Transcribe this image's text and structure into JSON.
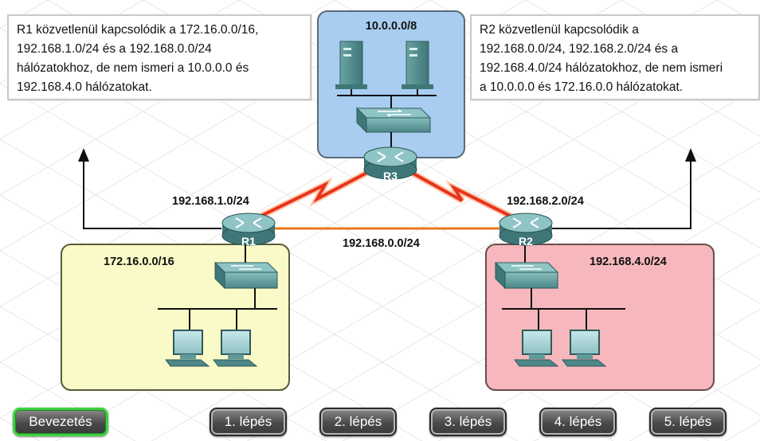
{
  "callouts": {
    "r1": {
      "lines": [
        "R1 közvetlenül kapcsolódik a 172.16.0.0/16,",
        "192.168.1.0/24 és a 192.168.0.0/24",
        "hálózatokhoz, de nem ismeri a 10.0.0.0 és",
        "192.168.4.0 hálózatokat."
      ]
    },
    "r2": {
      "lines": [
        "R2 közvetlenül kapcsolódik a",
        "192.168.0.0/24, 192.168.2.0/24 és a",
        "192.168.4.0/24 hálózatokhoz, de nem ismeri",
        "a 10.0.0.0 és 172.16.0.0 hálózatokat."
      ]
    }
  },
  "networks": {
    "top_lan": "10.0.0.0/8",
    "left_lan": "172.16.0.0/16",
    "right_lan": "192.168.4.0/24",
    "link_r1_r3": "192.168.1.0/24",
    "link_r2_r3": "192.168.2.0/24",
    "link_r1_r2": "192.168.0.0/24"
  },
  "routers": {
    "r1": "R1",
    "r2": "R2",
    "r3": "R3"
  },
  "colors": {
    "top_lan_fill": "#a9cdf0",
    "left_lan_fill": "#fafac8",
    "right_lan_fill": "#f6b8bd",
    "wan_link": "#e8321e",
    "device_teal": "#5f9a9b",
    "button_active_border": "#3fd23f"
  },
  "buttons": [
    {
      "label": "Bevezetés",
      "active": true
    },
    {
      "label": "1. lépés",
      "active": false
    },
    {
      "label": "2. lépés",
      "active": false
    },
    {
      "label": "3. lépés",
      "active": false
    },
    {
      "label": "4. lépés",
      "active": false
    },
    {
      "label": "5. lépés",
      "active": false
    }
  ]
}
